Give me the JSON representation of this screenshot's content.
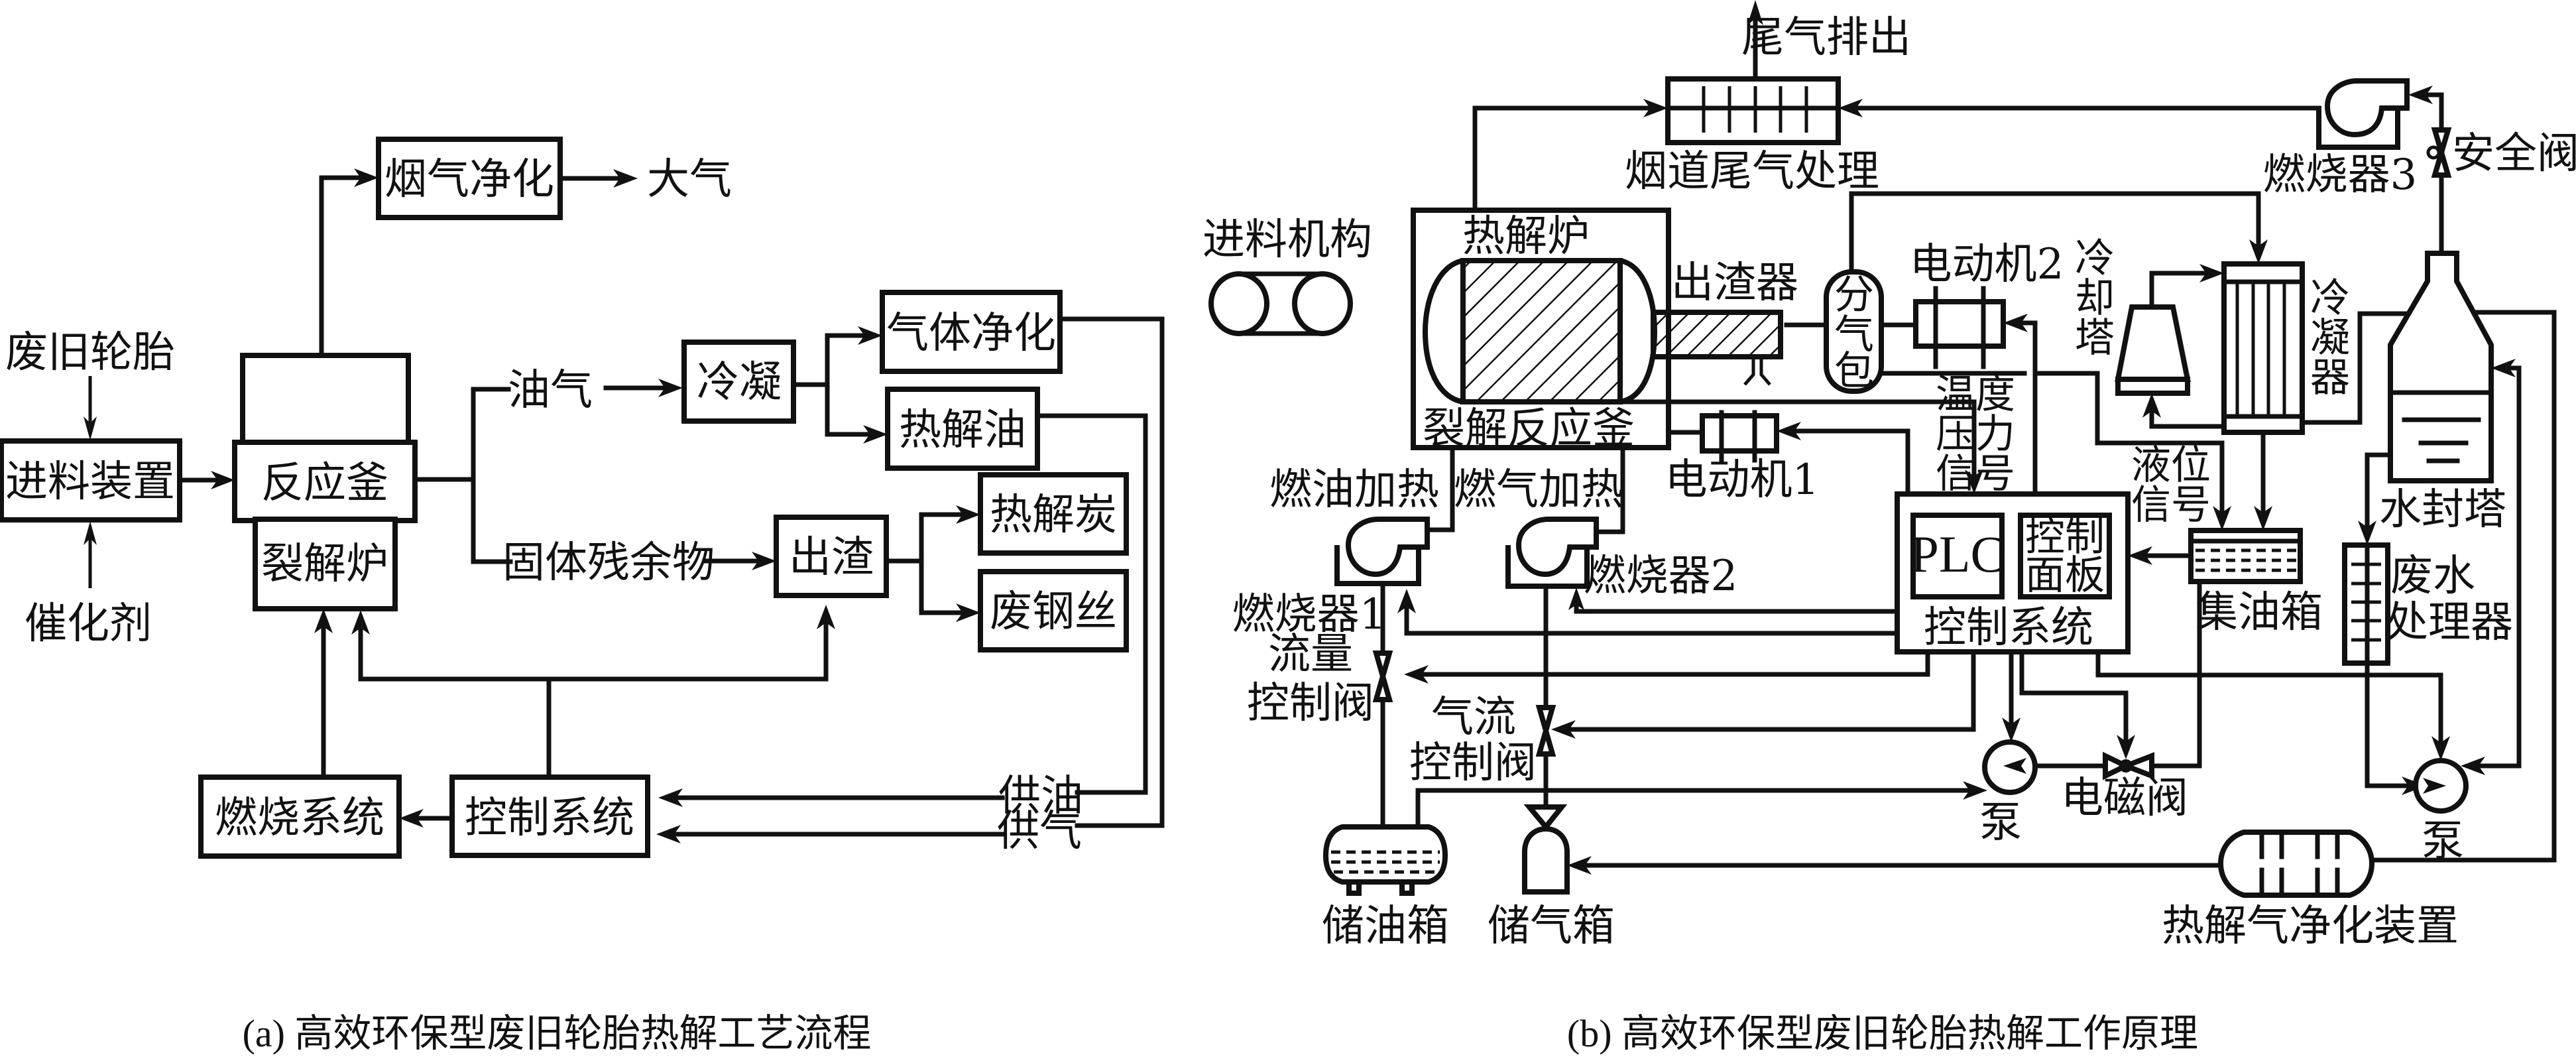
{
  "figure": {
    "caption_a": "(a) 高效环保型废旧轮胎热解工艺流程",
    "caption_b": "(b) 高效环保型废旧轮胎热解工作原理"
  },
  "diagram_a": {
    "nodes": {
      "flue_gas_purify": "烟气净化",
      "atmosphere": "大气",
      "waste_tire": "废旧轮胎",
      "feeder": "进料装置",
      "reactor": "反应釜",
      "cracking_furnace": "裂解炉",
      "catalyst": "催化剂",
      "oil_gas": "油气",
      "condense": "冷凝",
      "gas_purify": "气体净化",
      "pyrolysis_oil": "热解油",
      "solid_residue": "固体残余物",
      "slag_out": "出渣",
      "pyrolysis_carbon": "热解炭",
      "waste_steel_wire": "废钢丝",
      "combustion_system": "燃烧系统",
      "control_system": "控制系统",
      "oil_supply": "供油",
      "gas_supply": "供气"
    }
  },
  "diagram_b": {
    "labels": {
      "exhaust_out": "尾气排出",
      "flue_treatment": "烟道尾气处理",
      "burner3": "燃烧器3",
      "safety_valve": "安全阀",
      "feed_mechanism": "进料机构",
      "pyrolysis_furnace": "热解炉",
      "slag_discharger": "出渣器",
      "cracking_reactor": "裂解反应釜",
      "gas_separator": "分气包",
      "gas_separator_chars": [
        "分",
        "气",
        "包"
      ],
      "motor2": "电动机2",
      "motor1": "电动机1",
      "cooling_tower_chars": [
        "冷",
        "却",
        "塔"
      ],
      "condenser_chars": [
        "冷",
        "凝",
        "器"
      ],
      "temp_pressure_signal_lines": [
        "温度",
        "压力",
        "信号"
      ],
      "level_signal_lines": [
        "液位",
        "信号"
      ],
      "water_seal_tower": "水封塔",
      "oil_heating": "燃油加热",
      "gas_heating": "燃气加热",
      "burner1": "燃烧器1",
      "burner2": "燃烧器2",
      "plc": "PLC",
      "control_panel_lines": [
        "控制",
        "面板"
      ],
      "control_system": "控制系统",
      "oil_collector": "集油箱",
      "wastewater_treater_lines": [
        "废水",
        "处理器"
      ],
      "flow_control_valve_lines": [
        "流量",
        "控制阀"
      ],
      "gas_flow_control_valve_lines": [
        "气流",
        "控制阀"
      ],
      "pump_left": "泵",
      "pump_right": "泵",
      "solenoid_valve": "电磁阀",
      "oil_storage": "储油箱",
      "gas_storage": "储气箱",
      "pyrolysis_gas_purifier": "热解气净化装置"
    }
  }
}
